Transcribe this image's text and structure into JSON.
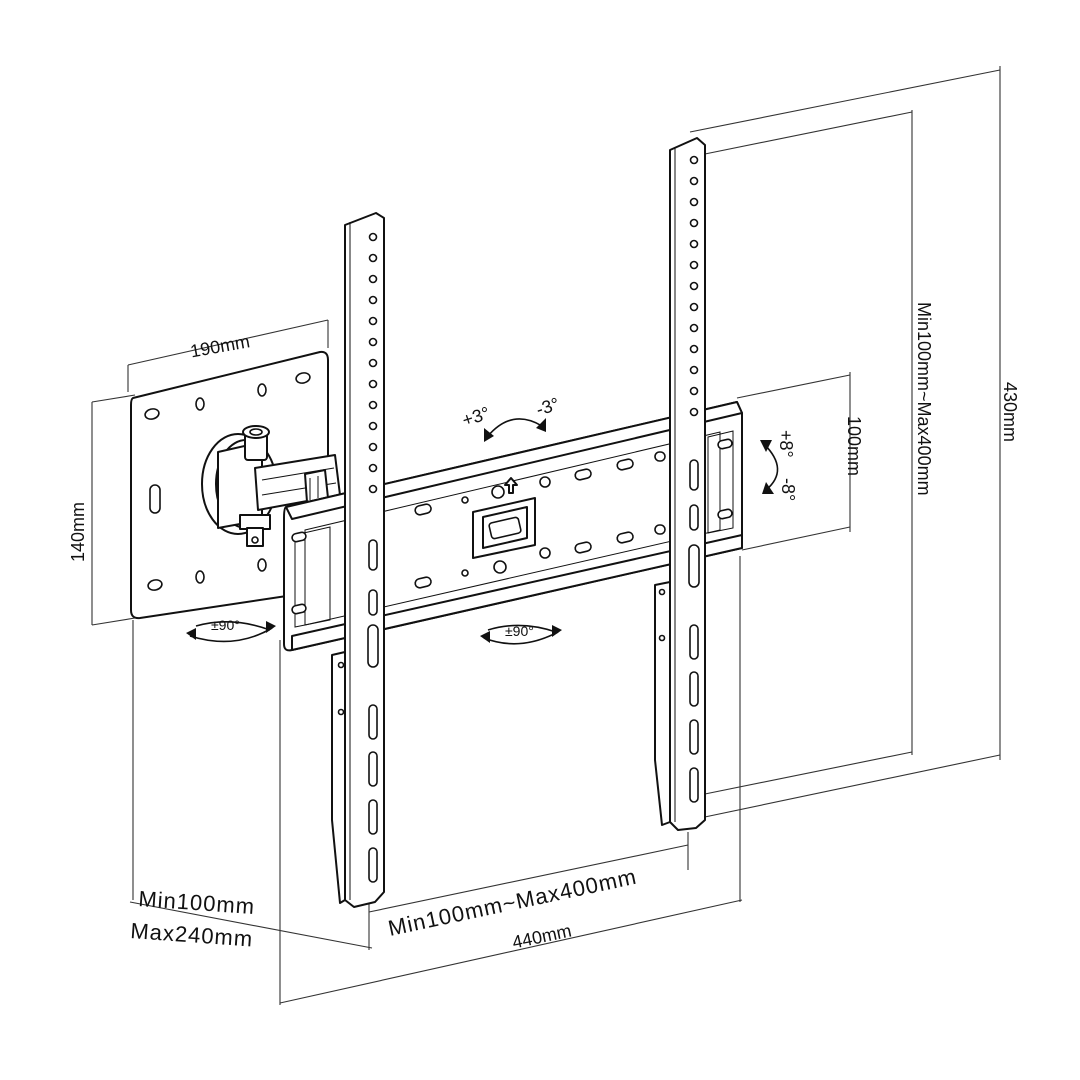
{
  "diagram": {
    "colors": {
      "line": "#111111",
      "background": "#ffffff"
    },
    "dimensions": {
      "wall_plate_width": "190mm",
      "wall_plate_height": "140mm",
      "arm_extension_min": "Min100mm",
      "arm_extension_max": "Max240mm",
      "vesa_horizontal": "Min100mm~Max400mm",
      "vesa_vertical": "Min100mm~Max400mm",
      "overall_width": "440mm",
      "overall_height": "430mm",
      "rail_height": "100mm"
    },
    "adjustments": {
      "swivel_wall": "±90°",
      "swivel_center": "±90°",
      "level_plus": "+3°",
      "level_minus": "-3°",
      "tilt_plus": "+8°",
      "tilt_minus": "-8°"
    }
  }
}
